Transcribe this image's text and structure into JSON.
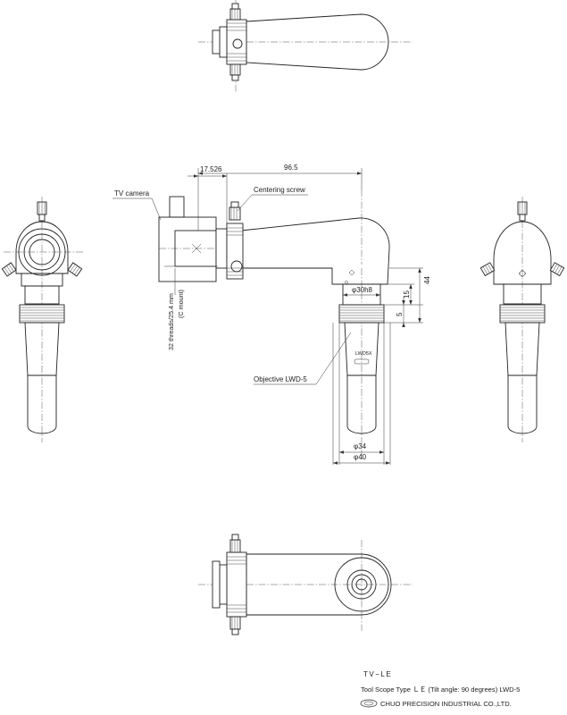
{
  "labels": {
    "tv_camera": "TV camera",
    "centering_screw": "Centering screw",
    "objective": "Objective LWD-5",
    "threads": "32 threads/25.4 mm",
    "c_mount": "(C mount)",
    "lens_mark": "LWD5X"
  },
  "dimensions": {
    "d1": "17.526",
    "d2": "96.5",
    "d3": "44",
    "d4": "15",
    "d5": "5",
    "dia1": "φ30h8",
    "dia2": "φ34",
    "dia3": "φ40"
  },
  "title_block": {
    "model": "TV−LE",
    "description": "Tool Scope Type ＬＥ (Tilt angle: 90 degrees) LWD-5",
    "company": "CHUO PRECISION INDUSTRIAL CO.,LTD."
  }
}
